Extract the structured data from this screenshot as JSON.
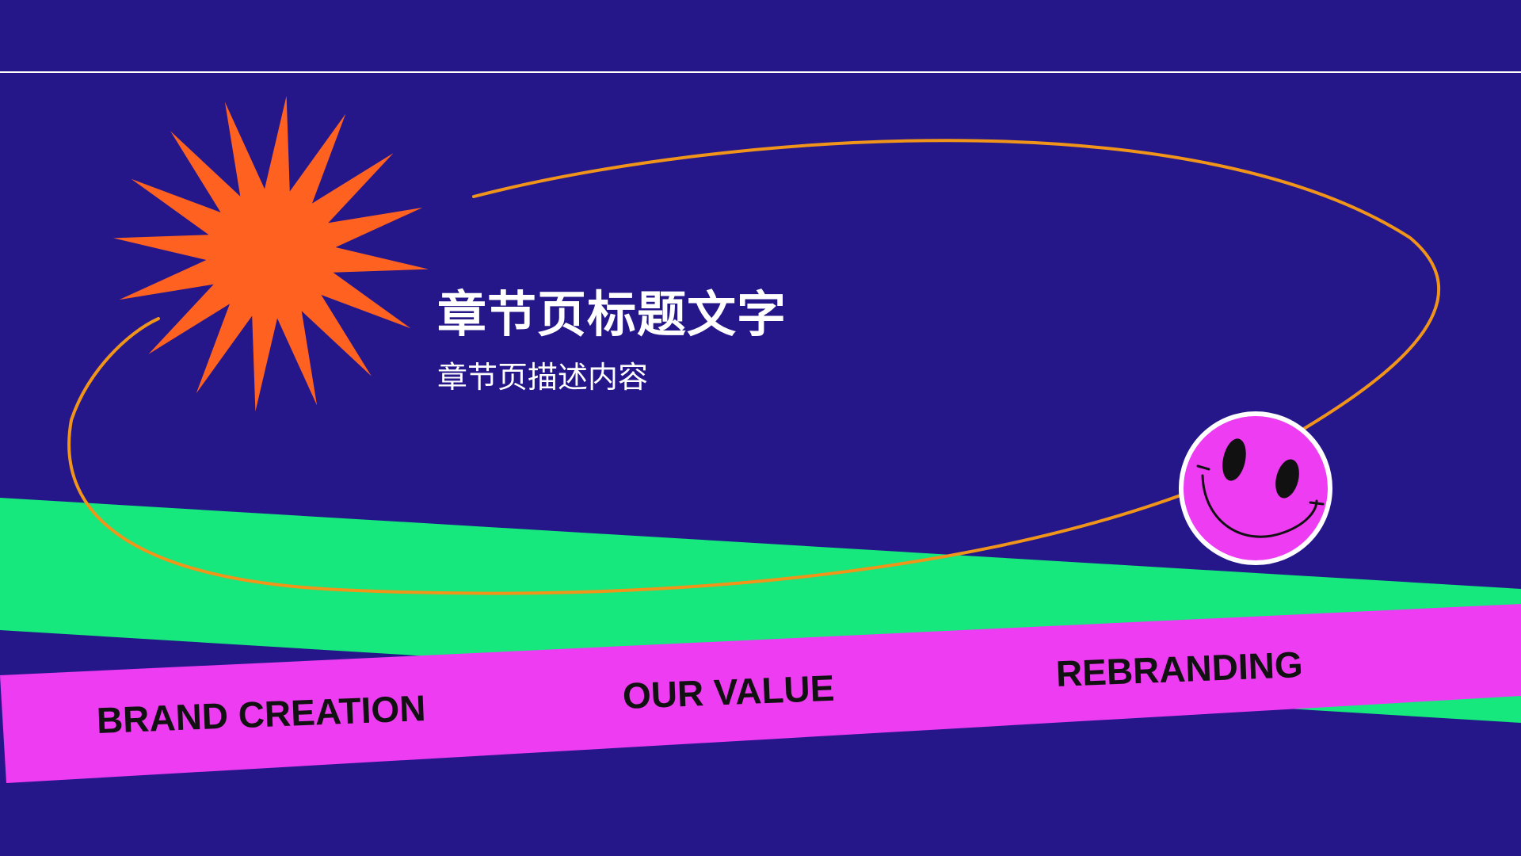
{
  "slide": {
    "title": "章节页标题文字",
    "subtitle": "章节页描述内容",
    "band_labels": [
      "BRAND CREATION",
      "OUR VALUE",
      "REBRANDING"
    ]
  },
  "colors": {
    "background": "#25178a",
    "starburst": "#ff6220",
    "green_band": "#16e87e",
    "magenta_band": "#ee3cf2",
    "ellipse_stroke": "#f0941a",
    "smiley_fill": "#ee3cf2",
    "smiley_outline": "#ffffff",
    "text": "#ffffff"
  },
  "icons": {
    "starburst": "starburst-icon",
    "smiley": "smiley-face-icon"
  }
}
